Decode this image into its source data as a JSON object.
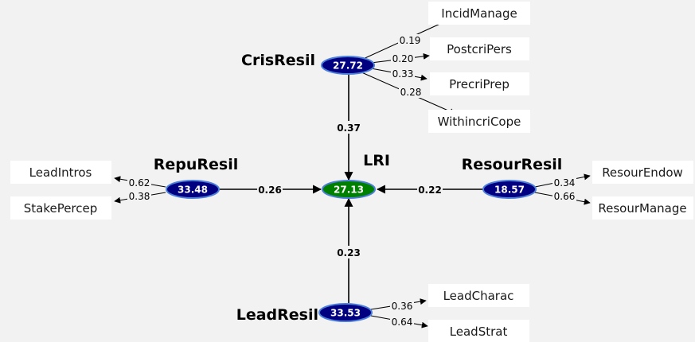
{
  "colors": {
    "background": "#f2f2f2",
    "exogenous_node": "#000080",
    "endogenous_node": "#008000",
    "node_border": "#4d7fd9",
    "indicator_box": "#ffffff"
  },
  "latent": {
    "cris": {
      "label": "CrisResil",
      "value": "27.72"
    },
    "repu": {
      "label": "RepuResil",
      "value": "33.48"
    },
    "lri": {
      "label": "LRI",
      "value": "27.13"
    },
    "resour": {
      "label": "ResourResil",
      "value": "18.57"
    },
    "lead": {
      "label": "LeadResil",
      "value": "33.53"
    }
  },
  "paths": {
    "cris_lri": "0.37",
    "repu_lri": "0.26",
    "resour_lri": "0.22",
    "lead_lri": "0.23"
  },
  "indicators": {
    "cris": [
      {
        "label": "IncidManage",
        "loading": "0.19"
      },
      {
        "label": "PostcriPers",
        "loading": "0.20"
      },
      {
        "label": "PrecriPrep",
        "loading": "0.33"
      },
      {
        "label": "WithincriCope",
        "loading": "0.28"
      }
    ],
    "repu": [
      {
        "label": "LeadIntros",
        "loading": "0.62"
      },
      {
        "label": "StakePercep",
        "loading": "0.38"
      }
    ],
    "resour": [
      {
        "label": "ResourEndow",
        "loading": "0.34"
      },
      {
        "label": "ResourManage",
        "loading": "0.66"
      }
    ],
    "lead": [
      {
        "label": "LeadCharac",
        "loading": "0.36"
      },
      {
        "label": "LeadStrat",
        "loading": "0.64"
      }
    ]
  }
}
